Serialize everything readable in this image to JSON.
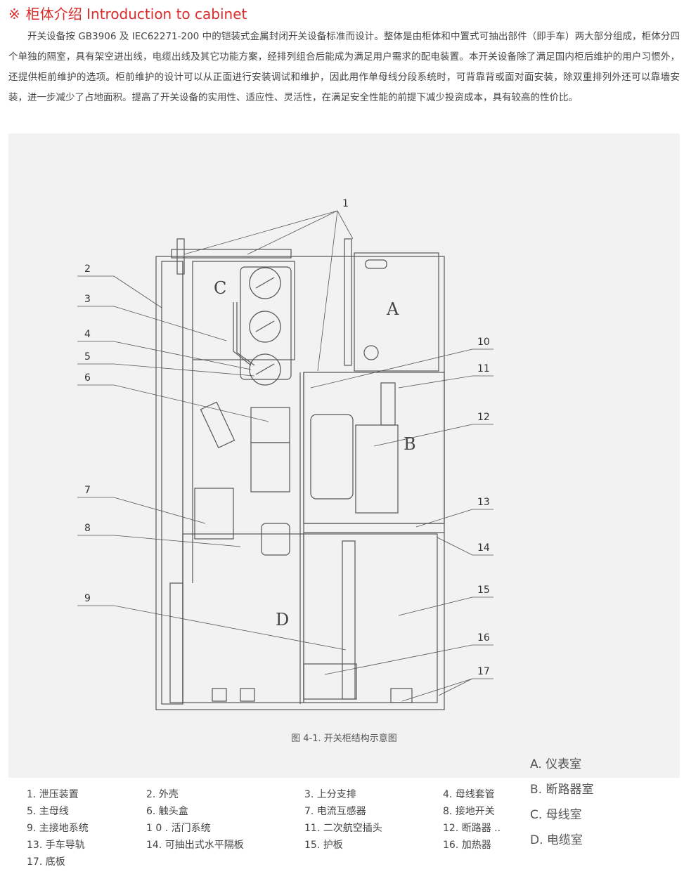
{
  "header": {
    "mark": "※",
    "title": "柜体介绍 Introduction to cabinet"
  },
  "intro": "开关设备按 GB3906 及 IEC62271-200 中的铠装式金属封闭开关设备标准而设计。整体是由柜体和中置式可抽出部件（即手车）两大部分组成，柜体分四个单独的隔室，具有架空进出线，电缆出线及其它功能方案，经排列组合后能成为满足用户需求的配电装置。本开关设备除了满足国内柜后维护的用户习惯外，还提供柜前维护的选项。柜前维护的设计可以从正面进行安装调试和维护，因此用作单母线分段系统时，可背靠背或面对面安装，除双重排列外还可以靠墙安装，进一步减少了占地面积。提高了开关设备的实用性、适应性、灵活性，在满足安全性能的前提下减少投资成本，具有较高的性价比。",
  "figure": {
    "caption": "图 4-1. 开关柜结构示意图",
    "compartment_letters": [
      "A",
      "B",
      "C",
      "D"
    ],
    "callouts": [
      "1",
      "2",
      "3",
      "4",
      "5",
      "6",
      "7",
      "8",
      "9",
      "10",
      "11",
      "12",
      "13",
      "14",
      "15",
      "16",
      "17"
    ],
    "legend": [
      "A. 仪表室",
      "B. 断路器室",
      "C. 母线室",
      "D. 电缆室"
    ]
  },
  "parts": [
    "1. 泄压装置",
    "2. 外壳",
    "3. 上分支排",
    "4. 母线套管",
    "5. 主母线",
    "6. 触头盒",
    "7. 电流互感器",
    "8. 接地开关",
    "9. 主接地系统",
    "1 0 . 活门系统",
    "11. 二次航空插头",
    "12. 断路器 ..",
    "13. 手车导轨",
    "14. 可抽出式水平隔板",
    "15. 护板",
    "16. 加热器",
    "17. 底板"
  ]
}
